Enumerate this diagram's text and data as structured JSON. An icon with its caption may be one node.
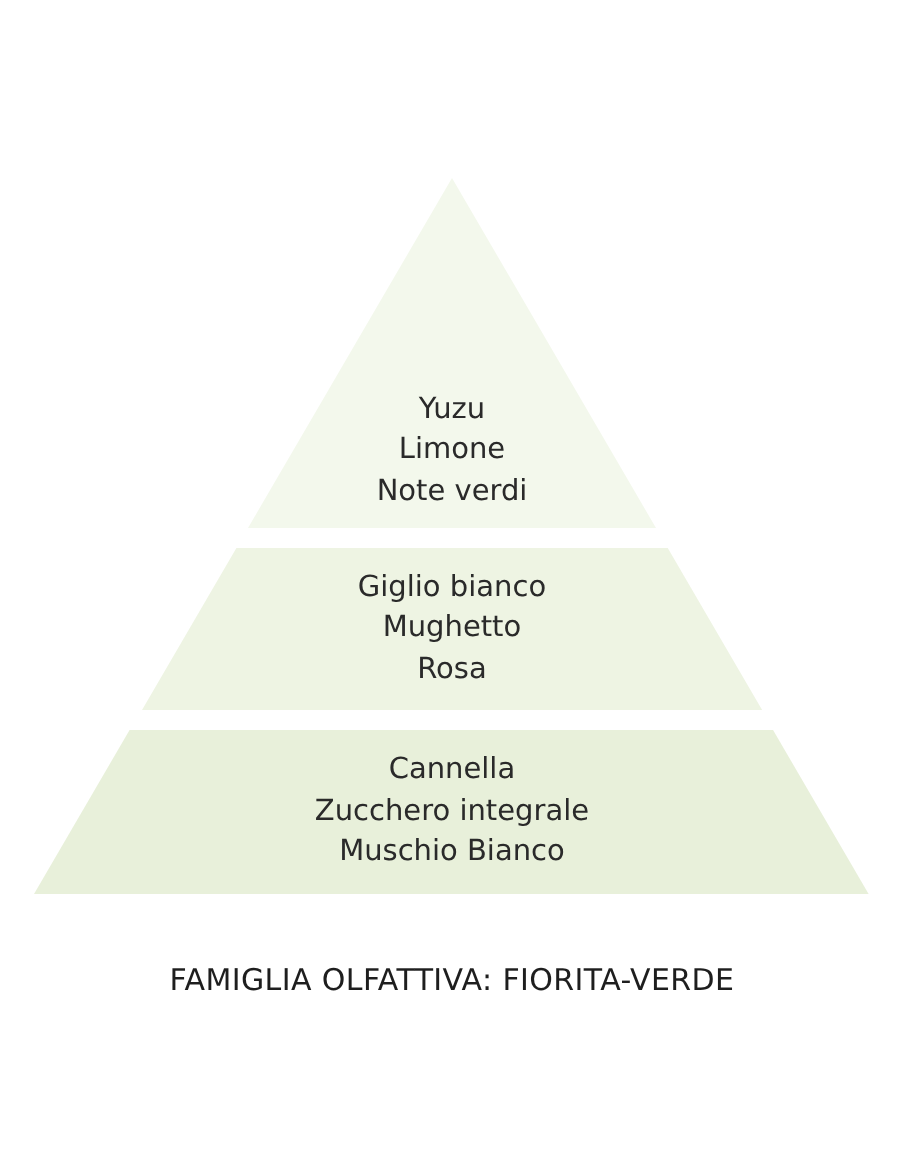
{
  "diagram": {
    "caption": "FAMIGLIA OLFATTIVA: FIORITA-VERDE",
    "nodes": [
      {
        "text": [
          "Yuzu",
          "Limone",
          "Note verdi"
        ]
      },
      {
        "text": [
          "Giglio bianco",
          "Mughetto",
          "Rosa"
        ]
      },
      {
        "text": [
          "Cannella",
          "Zucchero integrale",
          "Muschio Bianco"
        ]
      }
    ]
  }
}
